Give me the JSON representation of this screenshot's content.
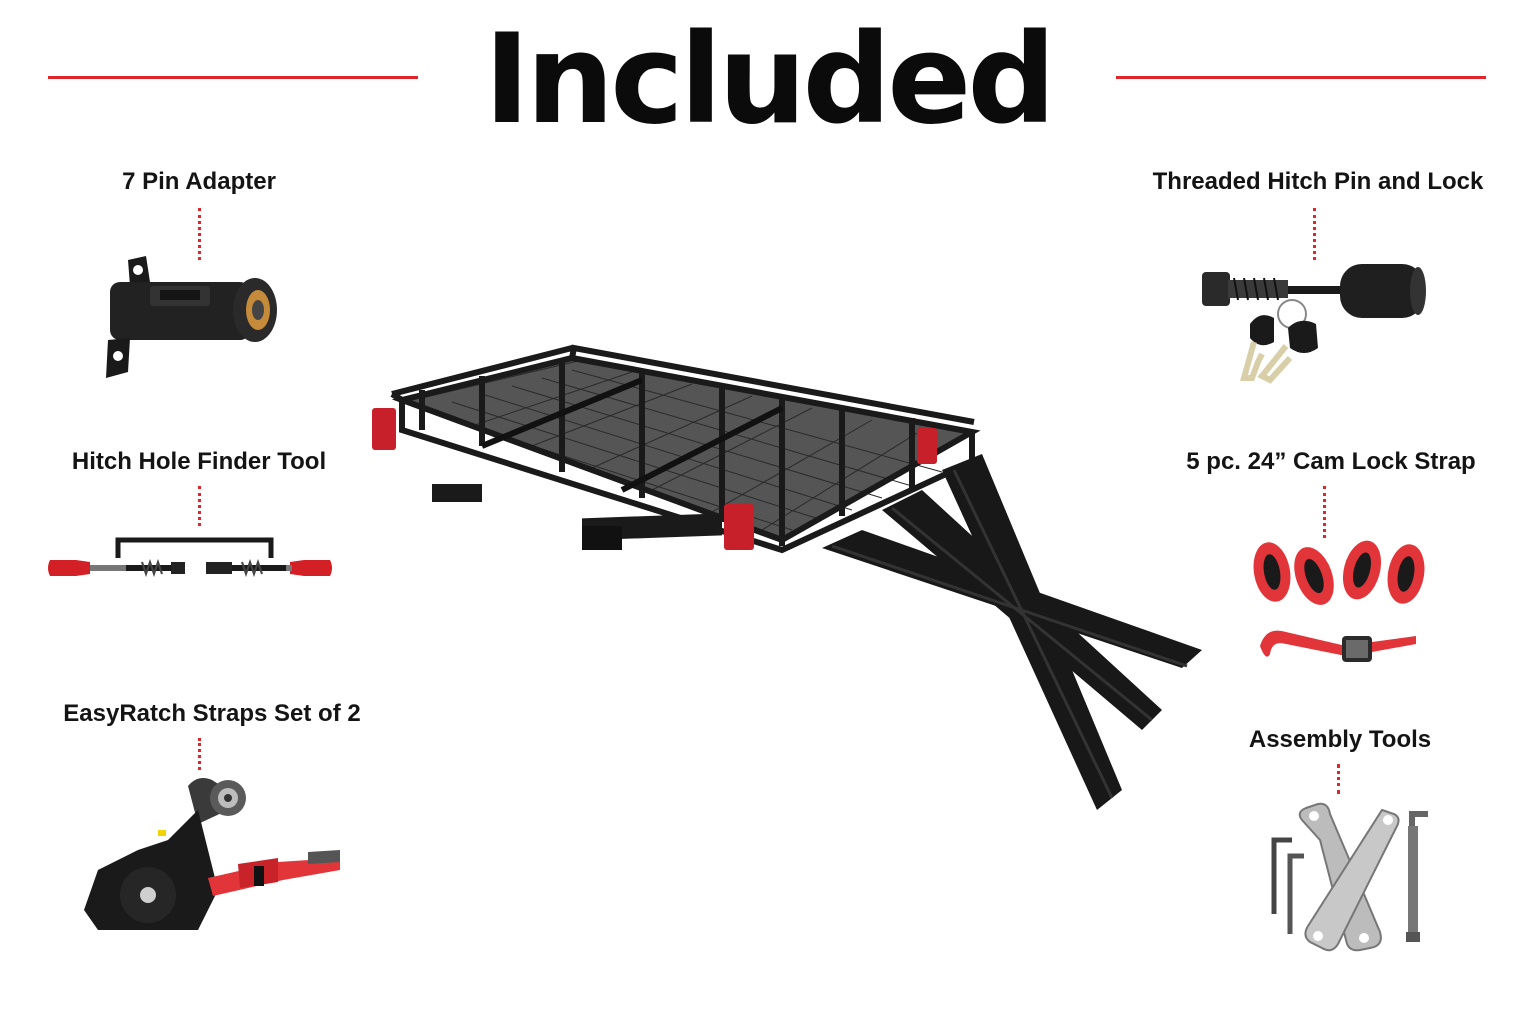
{
  "title": "Included",
  "accent_color": "#e0262b",
  "items": [
    {
      "label": "7 Pin Adapter",
      "icon": "seven-pin-adapter-icon"
    },
    {
      "label": "Hitch Hole Finder Tool",
      "icon": "hitch-hole-finder-icon"
    },
    {
      "label": "EasyRatch Straps Set of 2",
      "icon": "ratchet-strap-icon"
    },
    {
      "label": "Threaded Hitch Pin and Lock",
      "icon": "hitch-pin-lock-icon"
    },
    {
      "label": "5 pc. 24” Cam Lock Strap",
      "icon": "cam-lock-strap-icon"
    },
    {
      "label": "Assembly Tools",
      "icon": "assembly-tools-icon"
    }
  ],
  "main_product": {
    "icon": "cargo-carrier-with-ramp-icon"
  }
}
